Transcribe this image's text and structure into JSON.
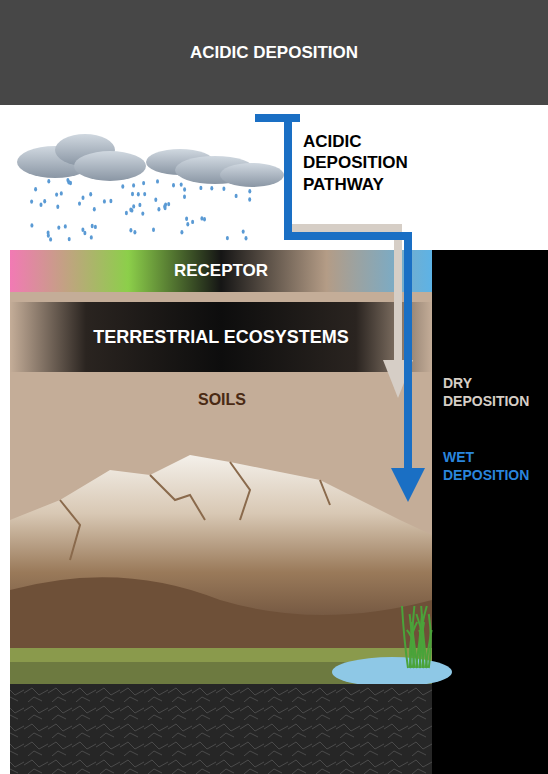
{
  "diagram": {
    "nodes": [
      {
        "text": [
          "ACIDIC DEPOSITION"
        ]
      },
      {
        "text": [
          "RECEPTOR"
        ]
      },
      {
        "text": [
          "TERRESTRIAL ECOSYSTEMS"
        ]
      }
    ],
    "labels": [
      "ACIDIC DEPOSITION PATHWAY",
      "SOILS",
      "DRY DEPOSITION",
      "WET DEPOSITION"
    ]
  }
}
